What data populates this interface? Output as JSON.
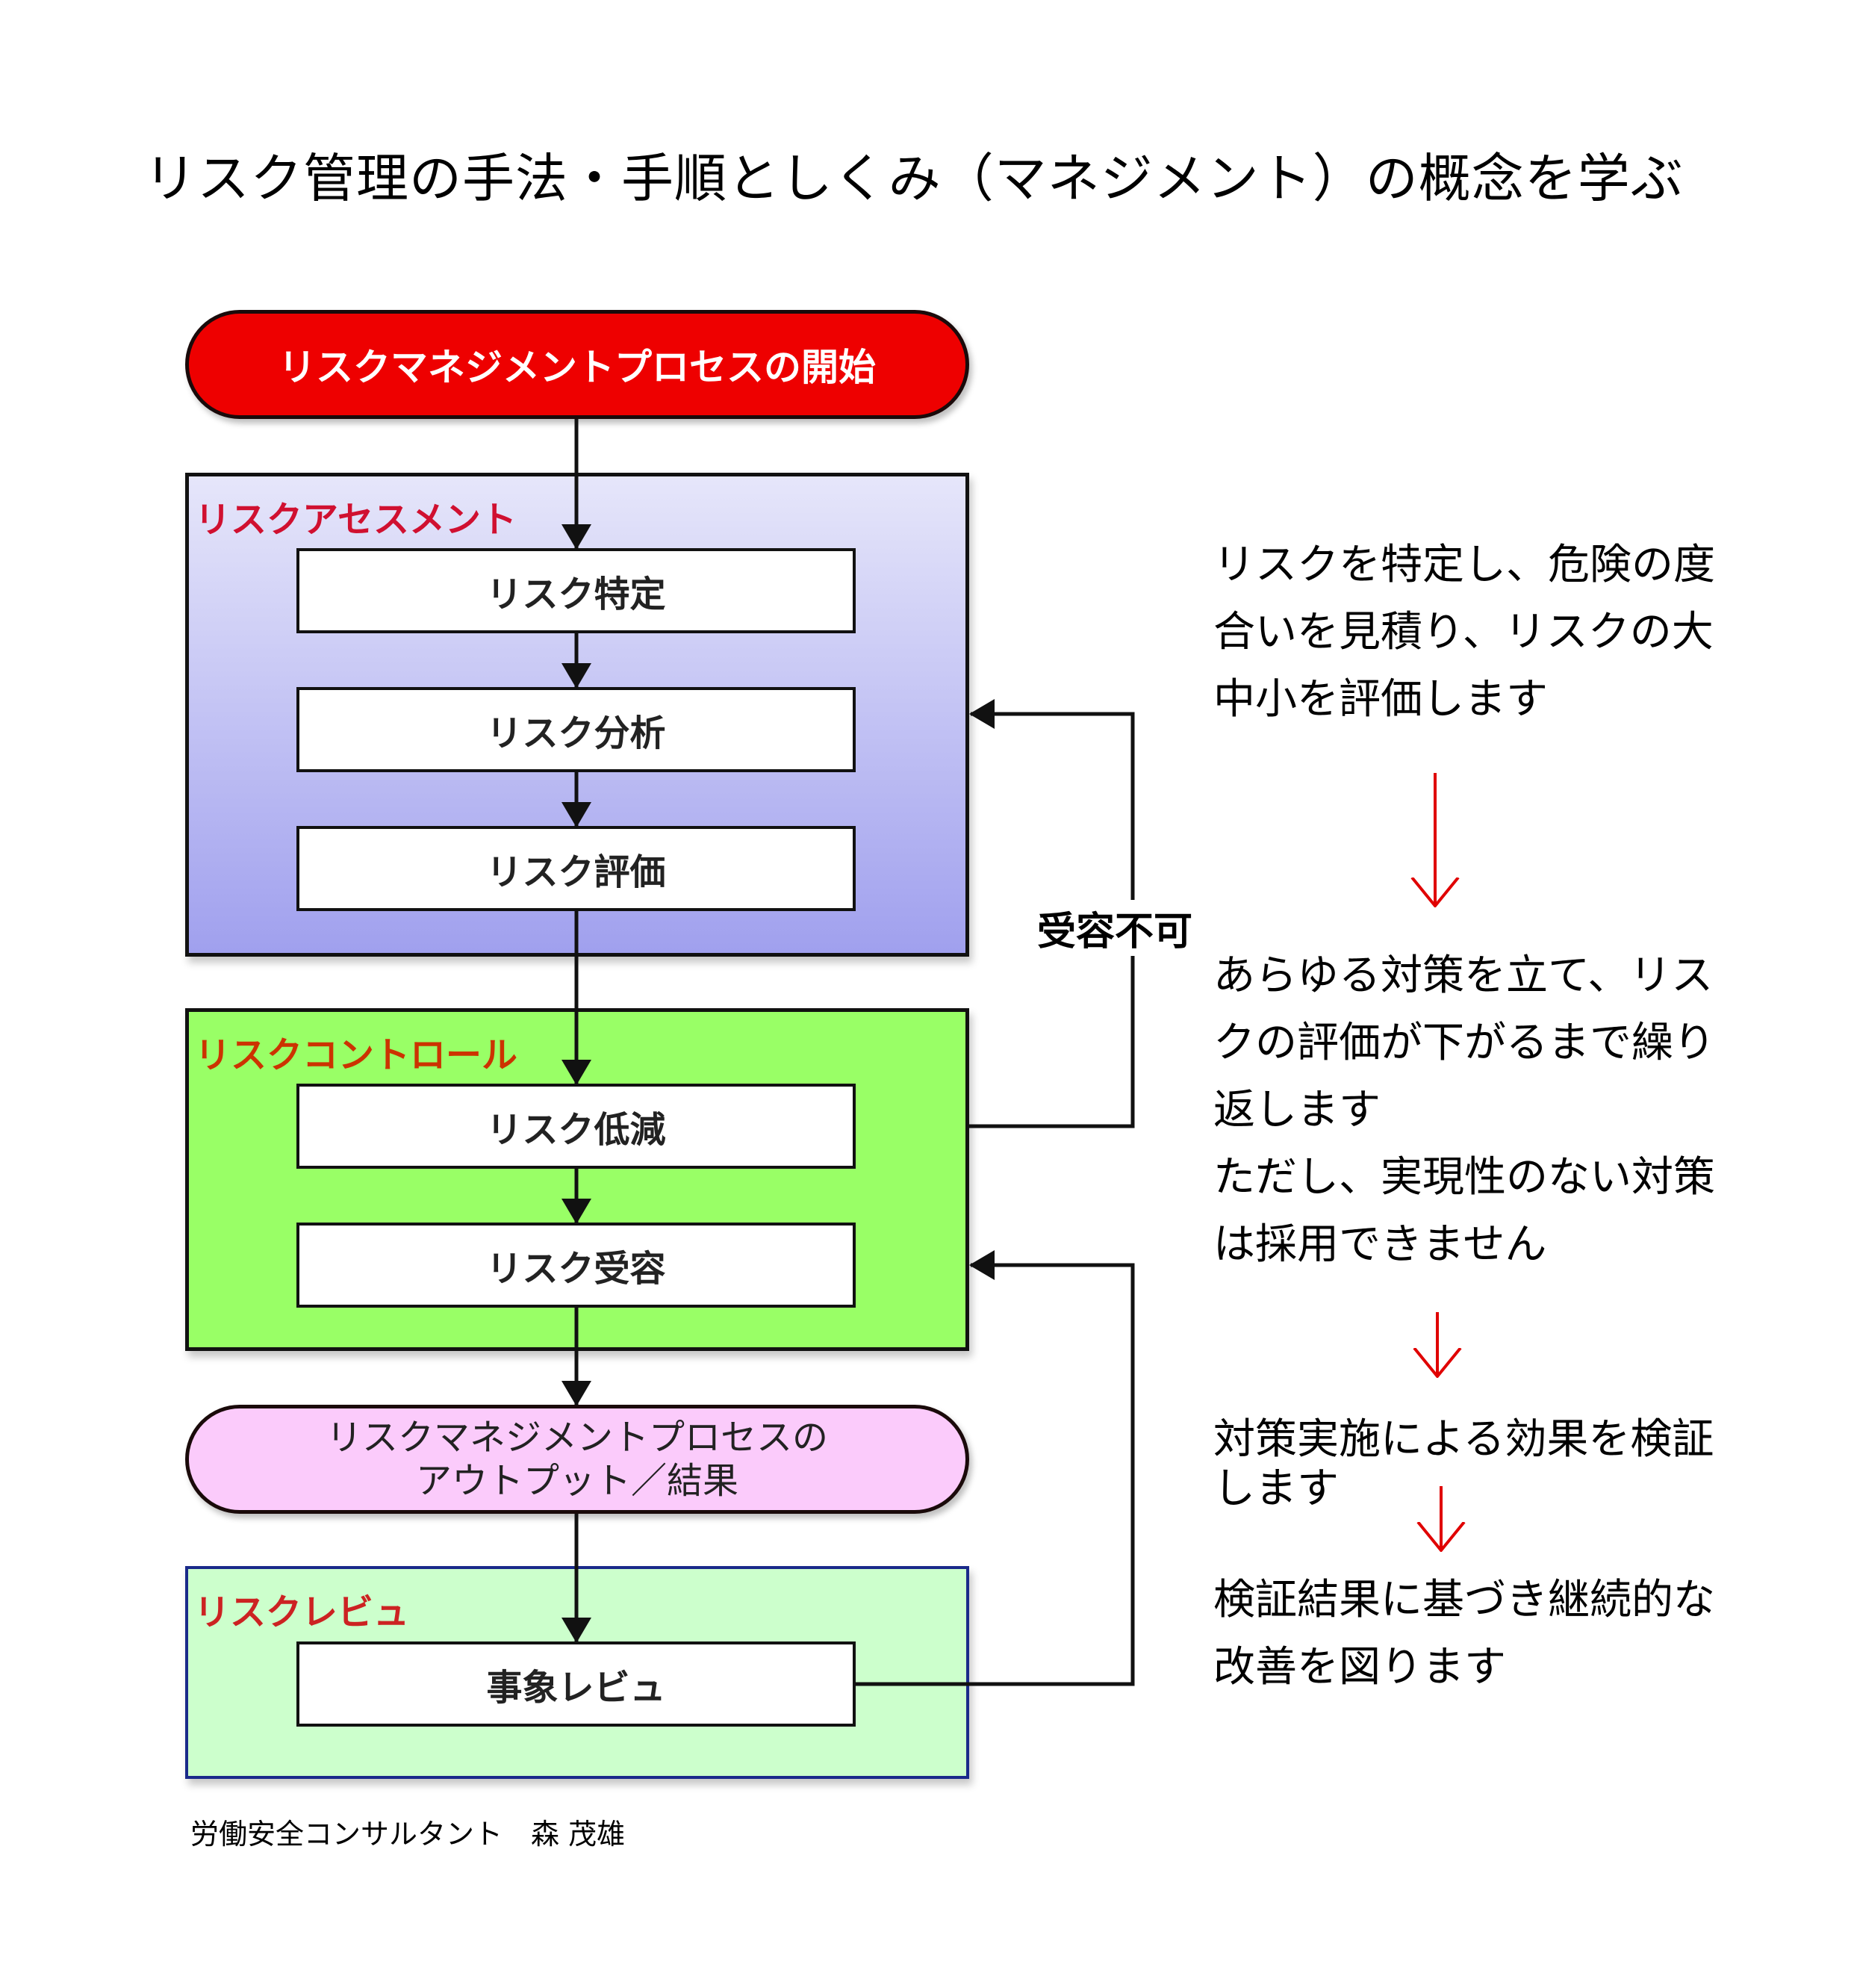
{
  "title": "リスク管理の手法・手順としくみ（マネジメント）の概念を学ぶ",
  "flow": {
    "start": "リスクマネジメントプロセスの開始",
    "groups": [
      {
        "label": "リスクアセスメント",
        "steps": [
          "リスク特定",
          "リスク分析",
          "リスク評価"
        ]
      },
      {
        "label": "リスクコントロール",
        "steps": [
          "リスク低減",
          "リスク受容"
        ]
      },
      {
        "label": "リスクレビュ",
        "steps": [
          "事象レビュ"
        ]
      }
    ],
    "output_line1": "リスクマネジメントプロセスの",
    "output_line2": "アウトプット／結果",
    "feedback_label": "受容不可"
  },
  "notes": [
    "リスクを特定し、危険の度\n合いを見積り、リスクの大\n中小を評価します",
    "あらゆる対策を立て、リス\nクの評価が下がるまで繰り\n返します\nただし、実現性のない対策\nは採用できません",
    "対策実施による効果を検証\nします",
    "検証結果に基づき継続的な\n改善を図ります"
  ],
  "footer": "労働安全コンサルタント　森 茂雄",
  "colors": {
    "start_fill": "#ee0000",
    "output_fill": "#fbcbfb",
    "assessment_fill_top": "#e6e6fa",
    "assessment_fill_bottom": "#a0a0ee",
    "control_fill": "#99ff66",
    "review_fill": "#ccffcc",
    "note_arrow": "#e00000"
  }
}
